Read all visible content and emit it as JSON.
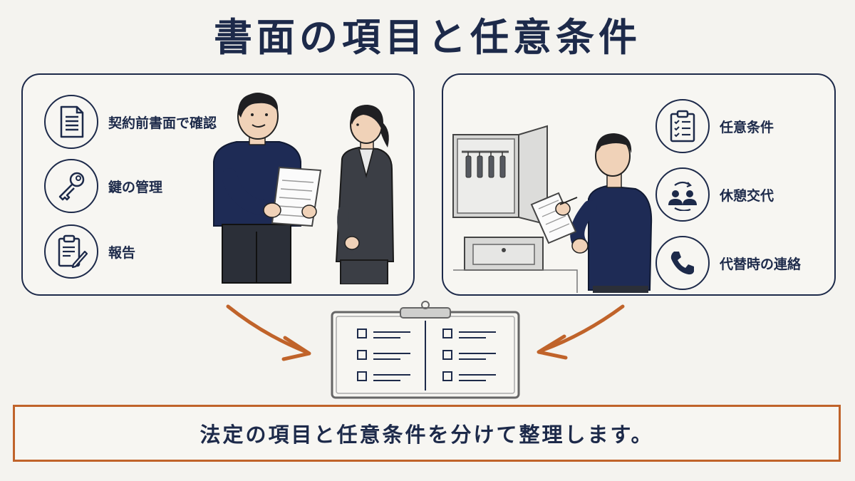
{
  "title": "書面の項目と任意条件",
  "left_panel": {
    "items": [
      {
        "label": "契約前書面で確認",
        "icon": "document-icon"
      },
      {
        "label": "鍵の管理",
        "icon": "key-icon"
      },
      {
        "label": "報告",
        "icon": "clipboard-pencil-icon"
      }
    ]
  },
  "right_panel": {
    "items": [
      {
        "label": "任意条件",
        "icon": "checklist-clipboard-icon"
      },
      {
        "label": "休憩交代",
        "icon": "people-rotate-icon"
      },
      {
        "label": "代替時の連絡",
        "icon": "phone-icon"
      }
    ]
  },
  "summary": "法定の項目と任意条件を分けて整理します。",
  "colors": {
    "navy": "#1d2a4a",
    "accent": "#c0632a",
    "background": "#f4f3ef"
  }
}
